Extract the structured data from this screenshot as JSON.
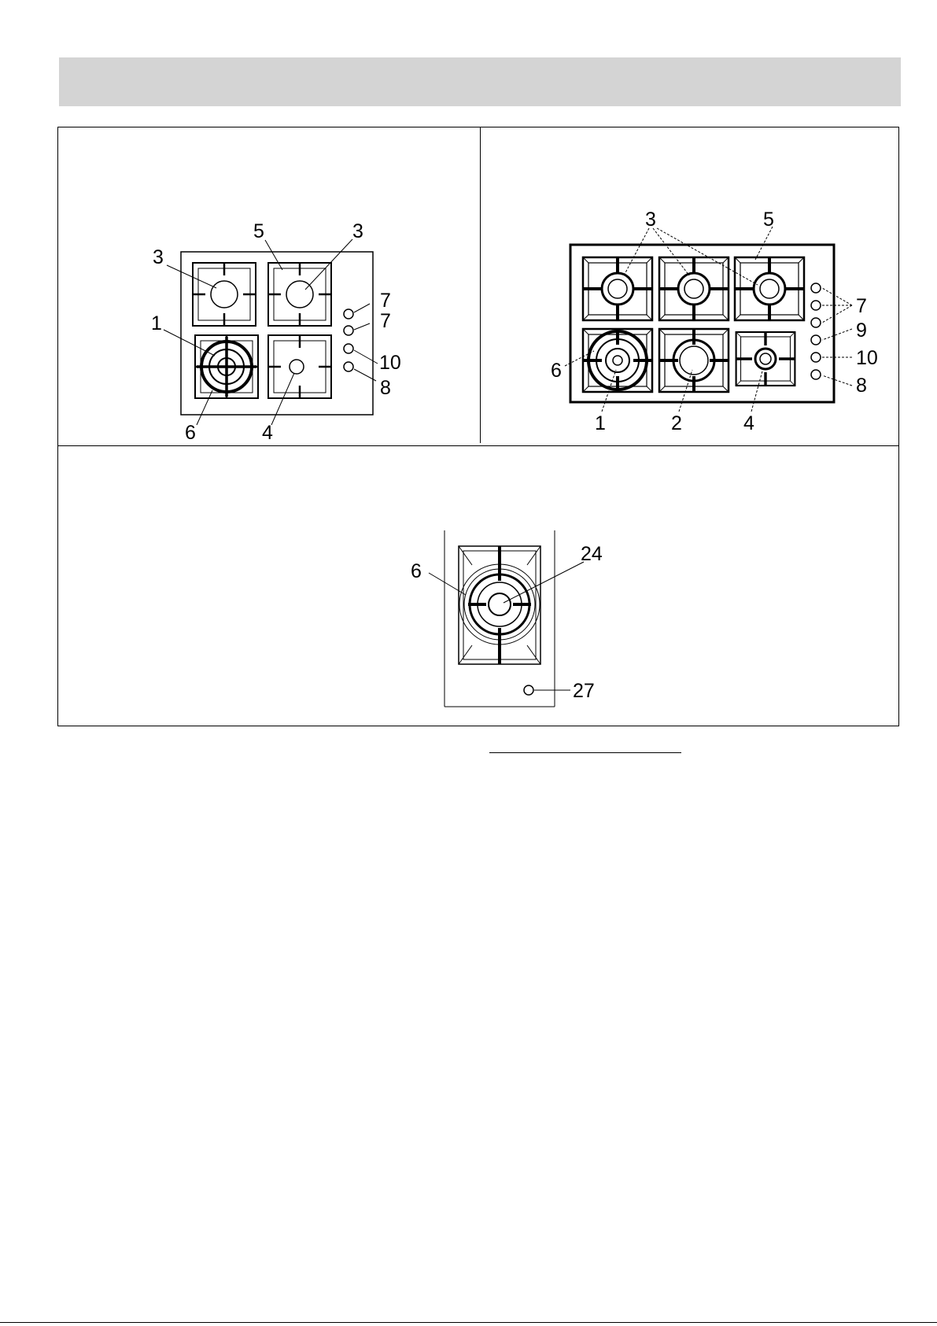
{
  "panel_a": {
    "callouts": {
      "left_small_burner": "3",
      "top_callout_grate": "5",
      "right_small_burner": "3",
      "wok_burner": "1",
      "knob_a": "7",
      "knob_b": "7",
      "knob_c": "10",
      "knob_d": "8",
      "flame_spreader": "6",
      "auxiliary_burner": "4"
    }
  },
  "panel_b": {
    "callouts": {
      "semi_rapid_burners": "3",
      "top_callout_grate": "5",
      "knobs_group": "7",
      "knob_9": "9",
      "knob_10": "10",
      "knob_8": "8",
      "flame_spreader": "6",
      "wok_burner": "1",
      "rapid_burner": "2",
      "auxiliary_burner": "4"
    }
  },
  "panel_c": {
    "callouts": {
      "flame_spreader": "6",
      "burner_cap": "24",
      "control_knob": "27"
    }
  }
}
